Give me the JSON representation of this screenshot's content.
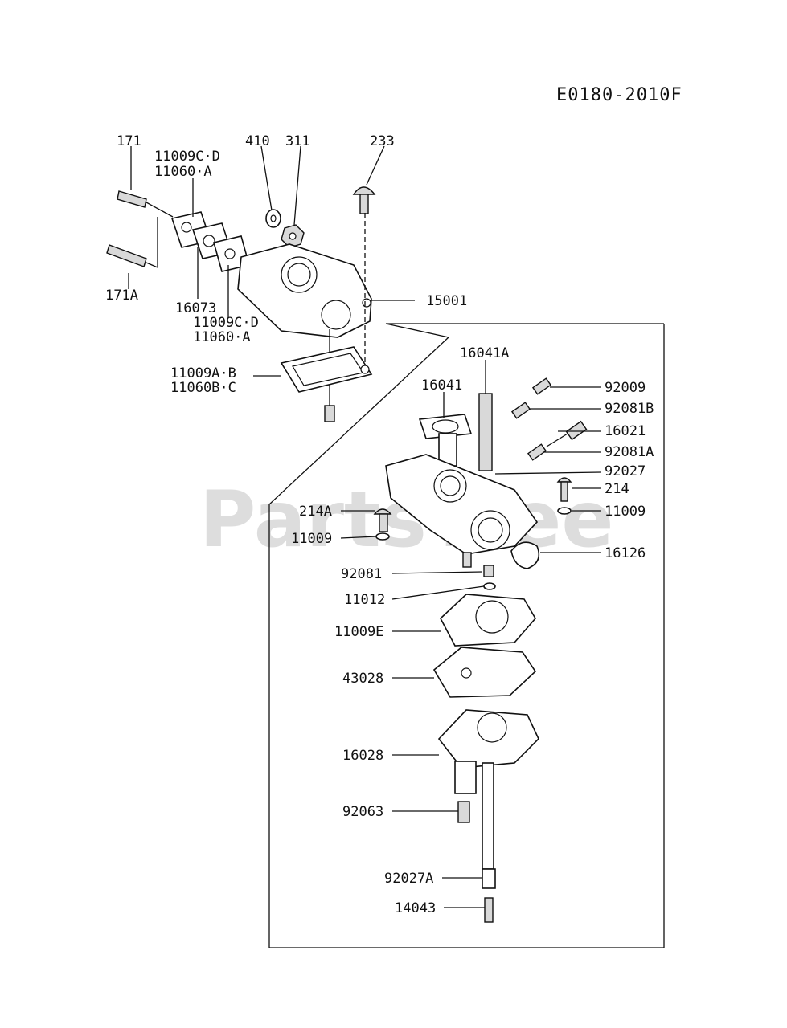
{
  "drawing_code": "E0180-2010F",
  "watermark": "PartsTree",
  "callouts": {
    "c171": "171",
    "c171A": "171A",
    "c11009CD_top": "11009C·D",
    "c11060A_top": "11060·A",
    "c410": "410",
    "c311": "311",
    "c233": "233",
    "c16073": "16073",
    "c11009CD_bot": "11009C·D",
    "c11060A_bot": "11060·A",
    "c15001": "15001",
    "c11009AB": "11009A·B",
    "c11060BC": "11060B·C",
    "c16041A": "16041A",
    "c16041": "16041",
    "c92009": "92009",
    "c92081B": "92081B",
    "c16021": "16021",
    "c92081A": "92081A",
    "c92027": "92027",
    "c214": "214",
    "c214A": "214A",
    "c11009_r": "11009",
    "c11009_l": "11009",
    "c16126": "16126",
    "c92081": "92081",
    "c11012": "11012",
    "c11009E": "11009E",
    "c43028": "43028",
    "c16028": "16028",
    "c92063": "92063",
    "c92027A": "92027A",
    "c14043": "14043"
  },
  "colors": {
    "line": "#111111",
    "watermark": "#c8c8c8",
    "background": "#ffffff"
  }
}
